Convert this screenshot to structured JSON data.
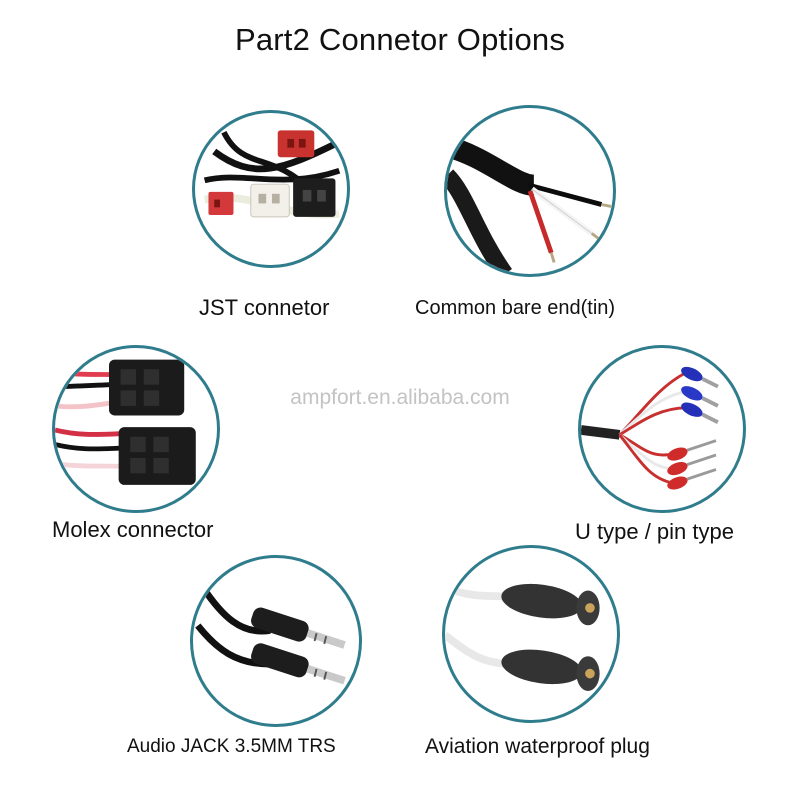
{
  "title": "Part2 Connetor Options",
  "watermark": "ampfort.en.alibaba.com",
  "accent_color": "#2f7c8c",
  "options": [
    {
      "label": "JST connetor",
      "icon": "jst-connector-photo"
    },
    {
      "label": "Common bare end(tin)",
      "icon": "bare-end-wires-photo"
    },
    {
      "label": "Molex connector",
      "icon": "molex-connector-photo"
    },
    {
      "label": "U type / pin type",
      "icon": "u-type-pin-terminal-photo"
    },
    {
      "label": "Audio JACK 3.5MM TRS",
      "icon": "audio-jack-photo"
    },
    {
      "label": "Aviation waterproof plug",
      "icon": "aviation-plug-photo"
    }
  ]
}
